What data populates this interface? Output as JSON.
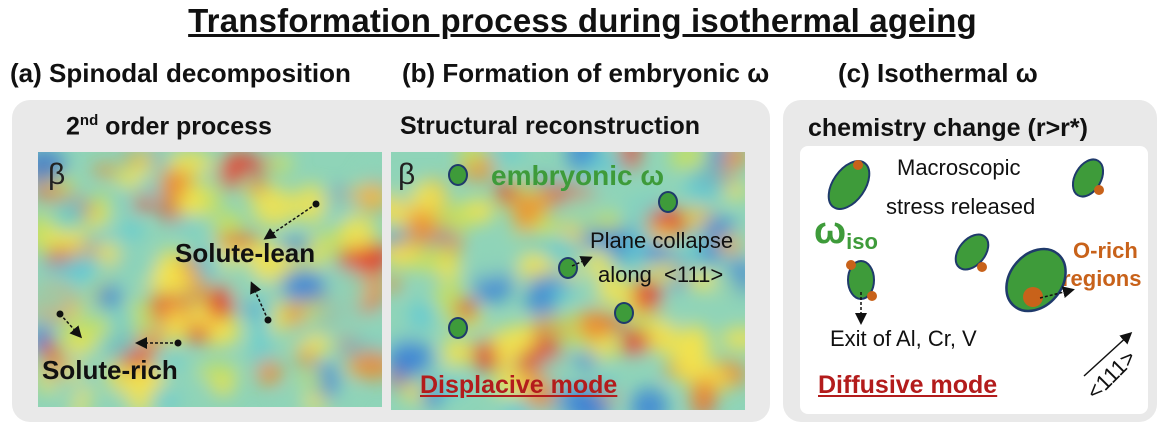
{
  "title": "Transformation process during isothermal ageing",
  "headings": {
    "a": "(a) Spinodal decomposition",
    "b": "(b) Formation of embryonic ω",
    "c": "(c) Isothermal ω"
  },
  "panel_a": {
    "subtitle_main": "2",
    "subtitle_sup": "nd",
    "subtitle_rest": " order process",
    "phase_label": "β",
    "solute_lean": "Solute-lean",
    "solute_rich": "Solute-rich"
  },
  "panel_b": {
    "subtitle": "Structural reconstruction",
    "phase_label": "β",
    "embryonic_label": "embryonic ω",
    "plane_collapse": "Plane collapse",
    "along_direction": "along  <111>",
    "mode": "Displacive mode"
  },
  "panel_c": {
    "subtitle": "chemistry change (r>r*)",
    "macroscopic": "Macroscopic",
    "stress_released": "stress released",
    "omega_main": "ω",
    "omega_sub": "iso",
    "o_rich_1": "O-rich",
    "o_rich_2": "regions",
    "exit_label": "Exit of Al, Cr, V",
    "direction": "<111>",
    "mode": "Diffusive mode"
  },
  "colors": {
    "omega_green": "#3e9b3a",
    "omega_outline": "#1f3a6b",
    "o_rich_orange": "#c8621a",
    "mode_red": "#b31c1c",
    "panel_gray": "#e9e9e9"
  }
}
